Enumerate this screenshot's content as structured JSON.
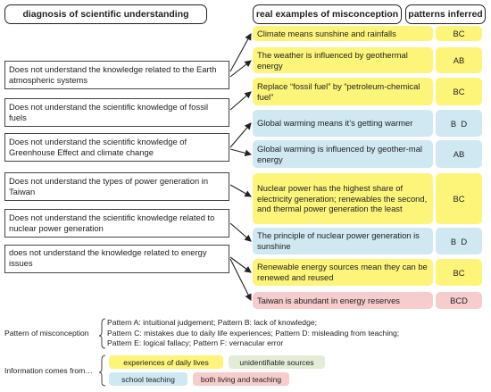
{
  "headers": {
    "diagnosis": "diagnosis of scientific understanding",
    "examples": "real examples of  misconception",
    "patterns": "patterns inferred"
  },
  "diagnoses": [
    "Does not understand the knowledge related to the Earth atmospheric systems",
    "Does not understand the scientific knowledge of fossil fuels",
    "Does not understand the scientific knowledge of Greenhouse Effect and climate change",
    "Does not understand the types of power generation in Taiwan",
    "Does not understand the scientific knowledge related to nuclear power generation",
    "does not understand the knowledge related to energy issues"
  ],
  "examples": [
    {
      "text": "Climate means sunshine and rainfalls",
      "pattern": "BC",
      "color": "#fdf57a"
    },
    {
      "text": "The weather is influenced by geothermal energy",
      "pattern": "AB",
      "color": "#fdf57a"
    },
    {
      "text": "Replace “fossil fuel” by “petroleum-chemical fuel”",
      "pattern": "BC",
      "color": "#fdf57a"
    },
    {
      "text": "Global warming means it’s getting warmer",
      "pattern": "B  D",
      "color": "#cfe8f2"
    },
    {
      "text": "Global warming is influenced by geother-mal energy",
      "pattern": "AB",
      "color": "#cfe8f2"
    },
    {
      "text": "Nuclear power has the highest share of electricity generation; renewables the second, and thermal power generation the least",
      "pattern": "BC",
      "color": "#fdf57a"
    },
    {
      "text": "The principle of nuclear power generation is sunshine",
      "pattern": "B  D",
      "color": "#cfe8f2"
    },
    {
      "text": "Renewable energy sources mean they can be renewed and reused",
      "pattern": "BC",
      "color": "#fdf57a"
    },
    {
      "text": "Taiwan is abundant in energy reserves",
      "pattern": "BCD",
      "color": "#f6cccc"
    }
  ],
  "pattern_legend": {
    "label": "Pattern of misconception",
    "lines": [
      "Pattern A: intuitional judgement; Pattern B: lack of knowledge;",
      "Pattern C: mistakes due to daily life experiences; Pattern D: misleading from teaching;",
      "Pattern E: logical fallacy; Pattern F: vernacular error"
    ]
  },
  "source_legend": {
    "label": "Information comes from…",
    "items": [
      {
        "text": "experiences of daily lives",
        "color": "#fdf57a"
      },
      {
        "text": "unidentifiable sources",
        "color": "#e3ecd7"
      },
      {
        "text": "school teaching",
        "color": "#cfe8f2"
      },
      {
        "text": "both living and teaching",
        "color": "#f6cccc"
      }
    ]
  }
}
